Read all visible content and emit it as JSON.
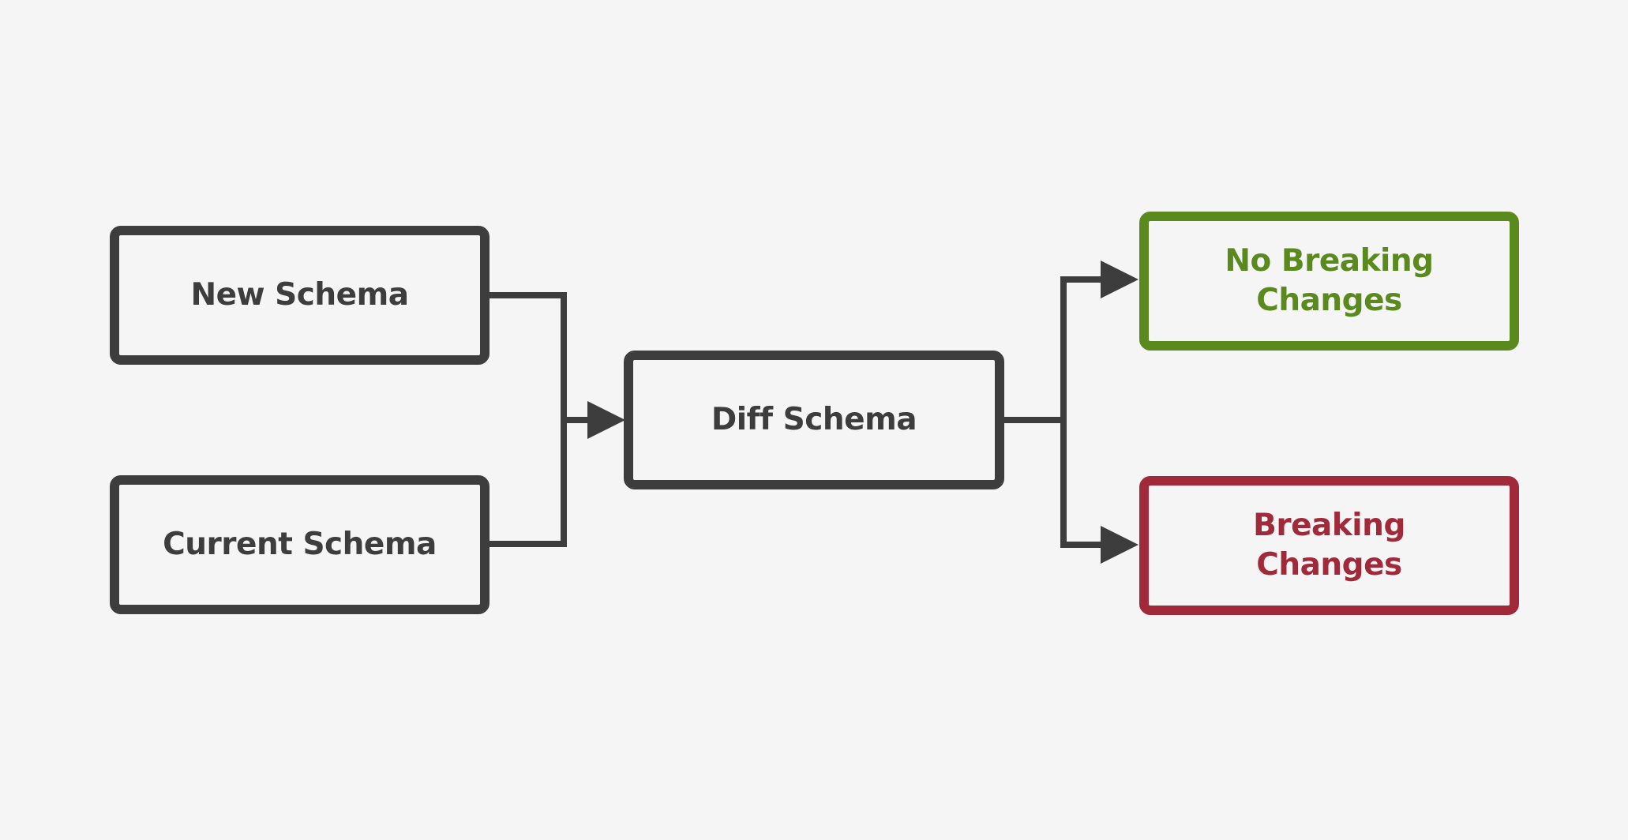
{
  "colors": {
    "background": "#f5f5f5",
    "neutral": "#3d3d3d",
    "success": "#5a8a1e",
    "danger": "#a02a3a"
  },
  "nodes": {
    "new_schema": {
      "label": "New Schema",
      "color": "#3d3d3d"
    },
    "current_schema": {
      "label": "Current Schema",
      "color": "#3d3d3d"
    },
    "diff_schema": {
      "label": "Diff Schema",
      "color": "#3d3d3d"
    },
    "no_breaking": {
      "label": "No Breaking Changes",
      "color": "#5a8a1e"
    },
    "breaking": {
      "label": "Breaking Changes",
      "color": "#a02a3a"
    }
  },
  "edges": [
    {
      "from": "new_schema",
      "to": "diff_schema"
    },
    {
      "from": "current_schema",
      "to": "diff_schema"
    },
    {
      "from": "diff_schema",
      "to": "no_breaking"
    },
    {
      "from": "diff_schema",
      "to": "breaking"
    }
  ]
}
